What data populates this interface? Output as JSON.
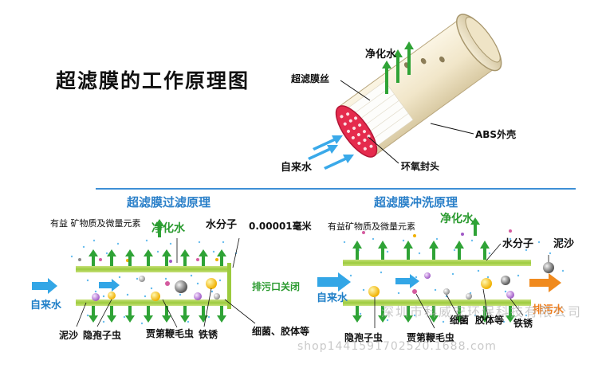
{
  "main_title": "超滤膜的工作原理图",
  "top_diagram": {
    "label_purified_water": "净化水",
    "label_membrane_fiber": "超滤膜丝",
    "label_abs_shell": "ABS外壳",
    "label_raw_water": "自来水",
    "label_epoxy_seal": "环氧封头"
  },
  "filtration_panel": {
    "heading": "超滤膜过滤原理",
    "label_minerals": "有益 矿物质及微量元素",
    "label_purified_water": "净化水",
    "label_water_molecule": "水分子",
    "label_pore_size": "0.00001毫米",
    "label_outlet_closed": "排污口关闭",
    "label_raw_water": "自来水",
    "label_sediment": "泥沙",
    "label_cryptosporidium": "隐孢子虫",
    "label_giardia": "贾第鞭毛虫",
    "label_rust": "铁锈",
    "label_bacteria": "细菌、胶体等"
  },
  "flushing_panel": {
    "heading": "超滤膜冲洗原理",
    "label_minerals": "有益矿物质及微量元素",
    "label_purified_water": "净化水",
    "label_water_molecule": "水分子",
    "label_sediment": "泥沙",
    "label_raw_water": "自来水",
    "label_wastewater": "排污水",
    "label_cryptosporidium": "隐孢子虫",
    "label_giardia": "贾第鞭毛虫",
    "label_bacteria": "细菌",
    "label_colloid": "胶体等",
    "label_rust": "铁锈"
  },
  "watermark": {
    "url": "shop1441591702520.1688.com",
    "company": "深圳市科威安环保科技有限公司"
  },
  "colors": {
    "green_arrow": "#2fa336",
    "blue_arrow": "#33a6e6",
    "orange_arrow": "#f08a1e",
    "membrane_band": "#a7d24a",
    "heading_blue": "#2b80c9",
    "divider_blue": "#3d8fd6",
    "cylinder_body": "#f3ead2",
    "cylinder_end": "#e8294f"
  }
}
